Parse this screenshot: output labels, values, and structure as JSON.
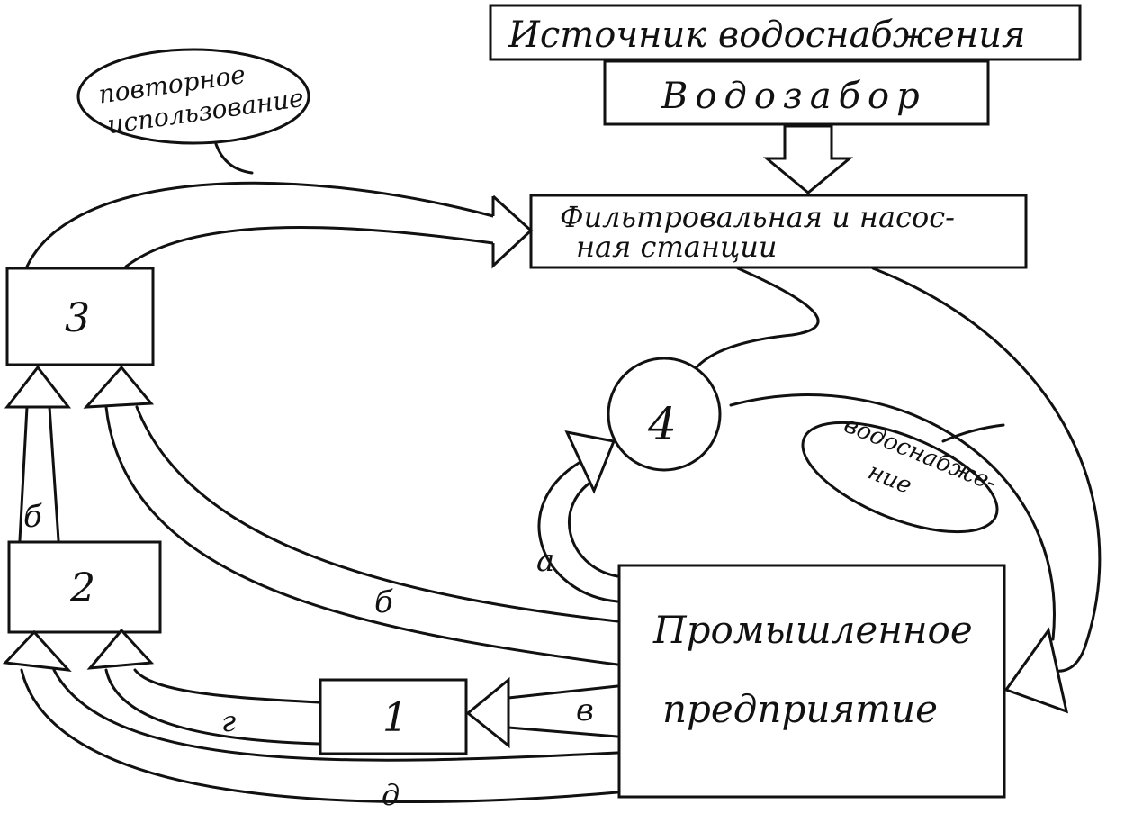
{
  "diagram": {
    "source_box": "Источник   водоснабжения",
    "intake_box": "Водозабор",
    "station_box": {
      "line1": "Фильтровальная   и насос-",
      "line2": "ная      станции"
    },
    "reuse_bubble": {
      "line1": "повторное",
      "line2": "использование"
    },
    "supply_bubble": {
      "line1": "водоснабже-",
      "line2": "ние"
    },
    "node_1": "1",
    "node_2": "2",
    "node_3": "3",
    "node_4": "4",
    "enterprise_box": {
      "line1": "Промышленное",
      "line2": "предприятие"
    },
    "labels": {
      "a": "а",
      "b_upper": "б",
      "b_lower": "б",
      "v": "в",
      "g": "г",
      "d": "д"
    }
  }
}
